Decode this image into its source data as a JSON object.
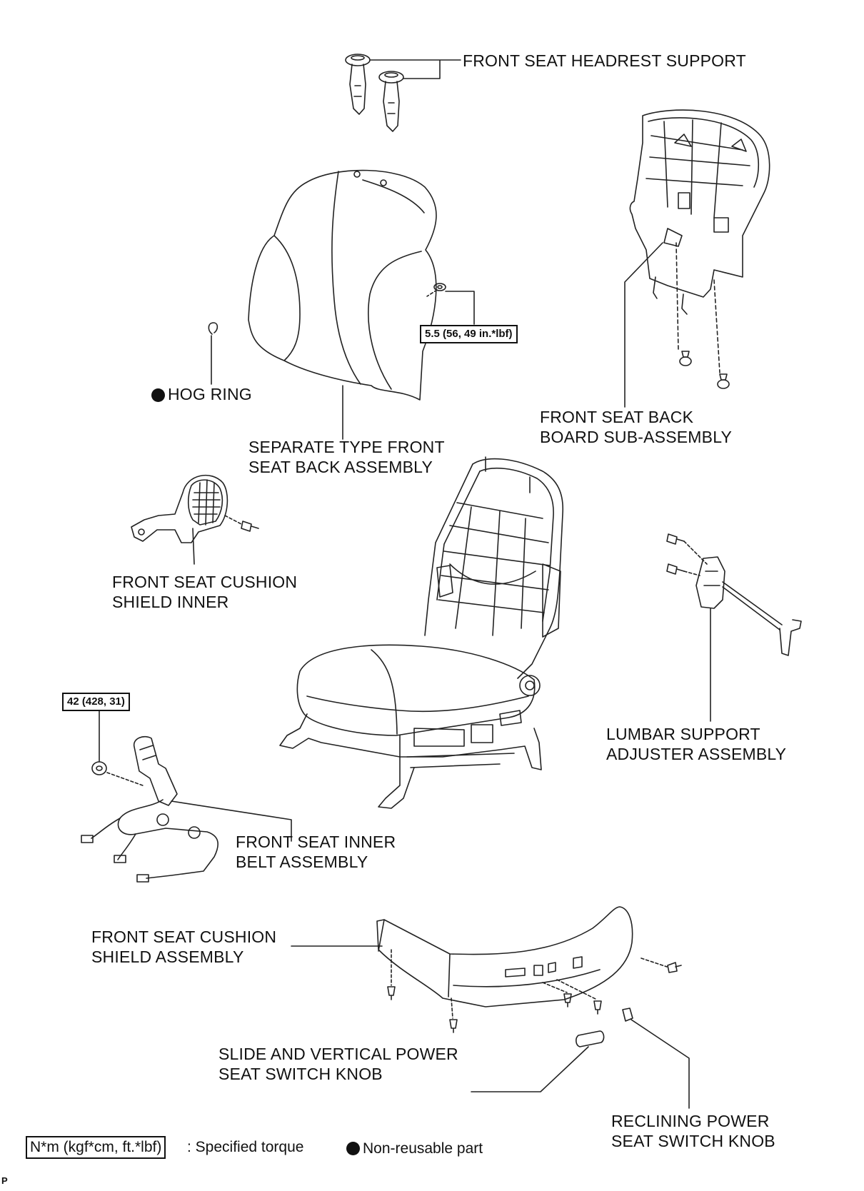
{
  "labels": {
    "headrest_support": "FRONT SEAT HEADREST SUPPORT",
    "hog_ring": "HOG RING",
    "seat_back_l1": "SEPARATE TYPE FRONT",
    "seat_back_l2": "SEAT BACK ASSEMBLY",
    "back_board_l1": "FRONT SEAT BACK",
    "back_board_l2": "BOARD SUB-ASSEMBLY",
    "shield_inner_l1": "FRONT SEAT CUSHION",
    "shield_inner_l2": "SHIELD INNER",
    "lumbar_l1": "LUMBAR SUPPORT",
    "lumbar_l2": "ADJUSTER ASSEMBLY",
    "inner_belt_l1": "FRONT SEAT INNER",
    "inner_belt_l2": "BELT ASSEMBLY",
    "cushion_shield_l1": "FRONT SEAT CUSHION",
    "cushion_shield_l2": "SHIELD ASSEMBLY",
    "slide_knob_l1": "SLIDE AND VERTICAL POWER",
    "slide_knob_l2": "SEAT SWITCH KNOB",
    "recline_knob_l1": "RECLINING POWER",
    "recline_knob_l2": "SEAT SWITCH KNOB"
  },
  "torque": {
    "seat_back_nut": "5.5 (56, 49 in.*lbf)",
    "belt_nut": "42 (428, 31)"
  },
  "legend": {
    "torque_box": "N*m (kgf*cm, ft.*lbf)",
    "torque_desc": ": Specified torque",
    "nonreusable_desc": "Non-reusable part"
  },
  "corner_code": "P"
}
